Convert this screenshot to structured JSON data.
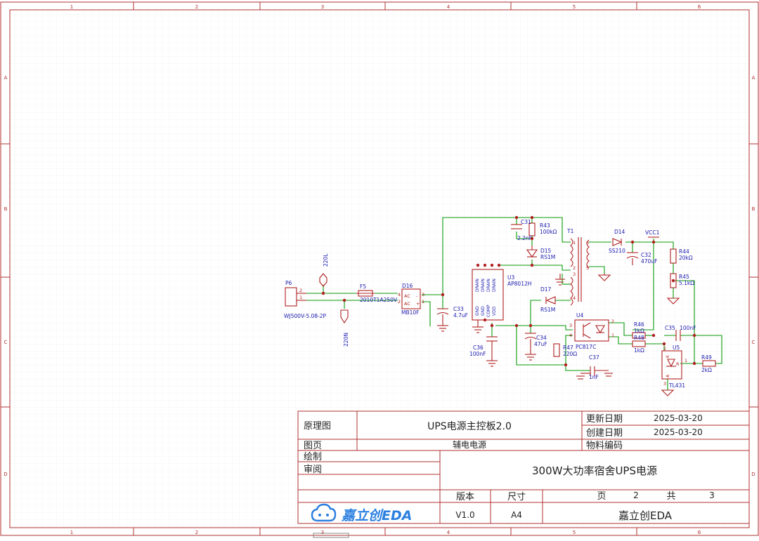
{
  "frame": {
    "col_labels": [
      "1",
      "2",
      "3",
      "4",
      "5",
      "6"
    ],
    "row_labels": [
      "A",
      "B",
      "C",
      "D"
    ]
  },
  "title_block": {
    "drawing_type": "原理图",
    "project": "UPS电源主控板2.0",
    "update_date_label": "更新日期",
    "update_date": "2025-03-20",
    "create_date_label": "创建日期",
    "create_date": "2025-03-20",
    "material_code_label": "物料编码",
    "page_label": "图页",
    "page_name": "辅电电源",
    "drawn_label": "绘制",
    "review_label": "审阅",
    "product": "300W大功率宿舍UPS电源",
    "version_label": "版本",
    "size_label": "尺寸",
    "page_text": "页",
    "page_num": "2",
    "total_text": "共",
    "total_num": "3",
    "version": "V1.0",
    "size": "A4",
    "company": "嘉立创EDA",
    "logo_text": "嘉立创EDA"
  },
  "components": {
    "p6": {
      "ref": "P6",
      "value": "WJ500V-5.08-2P",
      "pin1": "1",
      "pin2": "2"
    },
    "net_220l": "220L",
    "net_220n": "220N",
    "f5": {
      "ref": "F5",
      "value": "2010T1A250V"
    },
    "d16": {
      "ref": "D16",
      "value": "MB10F",
      "ac1": "AC",
      "ac2": "AC",
      "plus": "+",
      "minus": "-",
      "p1": "1",
      "p2": "2",
      "p3": "3",
      "p4": "4"
    },
    "c33": {
      "ref": "C33",
      "value": "4.7uF"
    },
    "c31": {
      "ref": "C31",
      "value": "2.2nF"
    },
    "r43": {
      "ref": "R43",
      "value": "100kΩ"
    },
    "d15": {
      "ref": "D15",
      "value": "RS1M"
    },
    "t1": {
      "ref": "T1",
      "p1": "1",
      "p2": "2",
      "p3": "3",
      "p4": "4",
      "p5": "5",
      "p6": "6"
    },
    "u3": {
      "ref": "U3",
      "value": "AP8012H",
      "pins": [
        "DRAIN",
        "DRAIN",
        "DRAIN",
        "DRAIN",
        "GND",
        "GND",
        "COMP",
        "VDD"
      ]
    },
    "d17": {
      "ref": "D17",
      "value": "RS1M"
    },
    "d14": {
      "ref": "D14",
      "value": "SS210"
    },
    "c32": {
      "ref": "C32",
      "value": "470uF"
    },
    "vcc1": "VCC1",
    "r44": {
      "ref": "R44",
      "value": "20kΩ"
    },
    "r45": {
      "ref": "R45",
      "value": "5.1kΩ"
    },
    "u4": {
      "ref": "U4",
      "value": "PC817C",
      "p1": "1",
      "p2": "2",
      "p3": "3",
      "p4": "4"
    },
    "r46": {
      "ref": "R46",
      "value": "1kΩ"
    },
    "r48": {
      "ref": "R48",
      "value": "1kΩ"
    },
    "c35": {
      "ref": "C35",
      "value": "100nF"
    },
    "u5": {
      "ref": "U5",
      "value": "TL431",
      "p1": "1",
      "p2": "2",
      "p3": "3",
      "a": "A",
      "k": "K",
      "r": "R"
    },
    "r49": {
      "ref": "R49",
      "value": "2kΩ"
    },
    "c36": {
      "ref": "C36",
      "value": "100nF"
    },
    "c34": {
      "ref": "C34",
      "value": "47uF"
    },
    "r47": {
      "ref": "R47",
      "value": "220Ω"
    },
    "c37": {
      "ref": "C37",
      "value": "1nF"
    }
  },
  "colors": {
    "frame": "#b03030",
    "wire": "#0a9a0a",
    "component": "#b02020",
    "text": "#1a1ab0",
    "grid": "#e6e6e6",
    "logo": "#2b7fe0"
  }
}
